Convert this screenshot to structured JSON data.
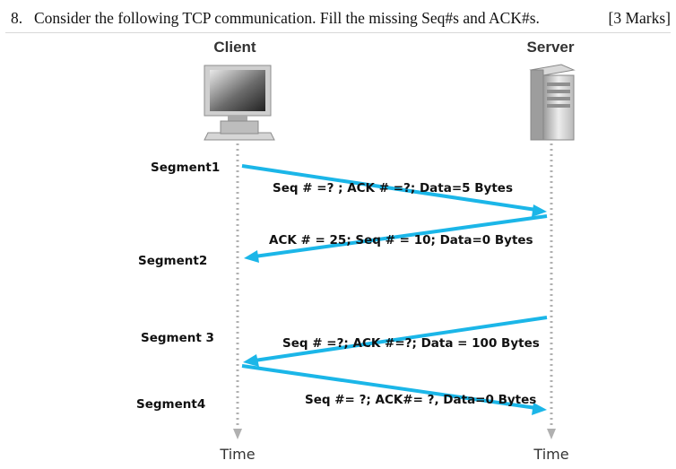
{
  "question": {
    "number": "8.",
    "text": "Consider the following TCP communication. Fill the missing Seq#s and ACK#s.",
    "marks": "[3 Marks]"
  },
  "hosts": {
    "client_label": "Client",
    "server_label": "Server"
  },
  "timeline": {
    "client_time_label": "Time",
    "server_time_label": "Time"
  },
  "segments": [
    {
      "name": "Segment1",
      "message": "Seq # =? ; ACK # =?; Data=5 Bytes",
      "direction": "client-to-server"
    },
    {
      "name": "Segment2",
      "message": "ACK # = 25; Seq # = 10; Data=0 Bytes",
      "direction": "server-to-client"
    },
    {
      "name": "Segment 3",
      "message": "Seq # =?; ACK #=?; Data = 100 Bytes",
      "direction": "server-to-client"
    },
    {
      "name": "Segment4",
      "message": "Seq #= ?; ACK#= ?, Data=0 Bytes",
      "direction": "client-to-server"
    }
  ],
  "colors": {
    "arrow": "#1bb6e8",
    "timeline": "#b0b0b0"
  },
  "icons": {
    "client": "desktop-computer-icon",
    "server": "server-tower-icon"
  }
}
